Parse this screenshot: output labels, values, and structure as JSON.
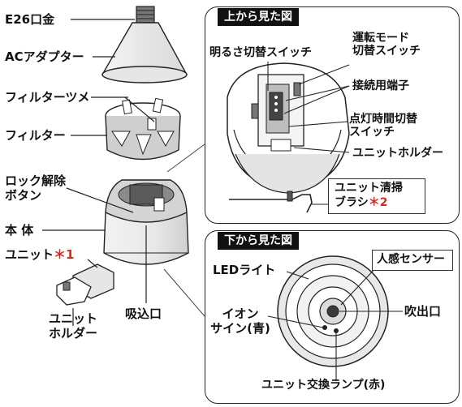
{
  "labels": {
    "e26_base": "E26口金",
    "ac_adapter": "ACアダプター",
    "filter_claw": "フィルターツメ",
    "filter": "フィルター",
    "lock_release_1": "ロック解除",
    "lock_release_2": "ボタン",
    "main_body": "本 体",
    "unit": "ユニット",
    "unit_mark": "＊1",
    "unit_holder_1": "ユニット",
    "unit_holder_2": "ホルダー",
    "intake": "吸込口"
  },
  "top_view": {
    "title": "上から見た図",
    "brightness_switch": "明るさ切替スイッチ",
    "mode_switch_1": "運転モード",
    "mode_switch_2": "切替スイッチ",
    "connector": "接続用端子",
    "timer_switch_1": "点灯時間切替",
    "timer_switch_2": "スイッチ",
    "unit_holder": "ユニットホルダー",
    "brush_1": "ユニット清掃",
    "brush_2": "ブラシ",
    "brush_mark": "＊2"
  },
  "bottom_view": {
    "title": "下から見た図",
    "motion_sensor": "人感センサー",
    "led_light": "LEDライト",
    "ion_sign_1": "イオン",
    "ion_sign_2": "サイン(青)",
    "outlet": "吹出口",
    "unit_lamp": "ユニット交換ランプ(赤)"
  },
  "colors": {
    "accent": "#e0261a",
    "line": "#222222",
    "body_fill": "#eeeeee",
    "dark_fill": "#3a3a3a"
  }
}
